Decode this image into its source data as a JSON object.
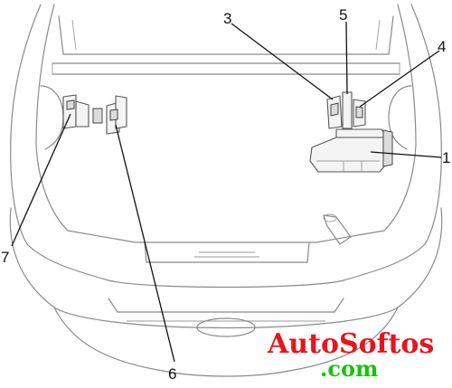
{
  "diagram": {
    "callouts": [
      {
        "id": "1",
        "label": "1"
      },
      {
        "id": "3",
        "label": "3"
      },
      {
        "id": "4",
        "label": "4"
      },
      {
        "id": "5",
        "label": "5"
      },
      {
        "id": "6",
        "label": "6"
      },
      {
        "id": "7",
        "label": "7"
      }
    ]
  },
  "watermark": {
    "brand": "AutoSoftos",
    "domain": ".com",
    "brand_color": "#e8141d",
    "domain_color": "#19c20a"
  }
}
